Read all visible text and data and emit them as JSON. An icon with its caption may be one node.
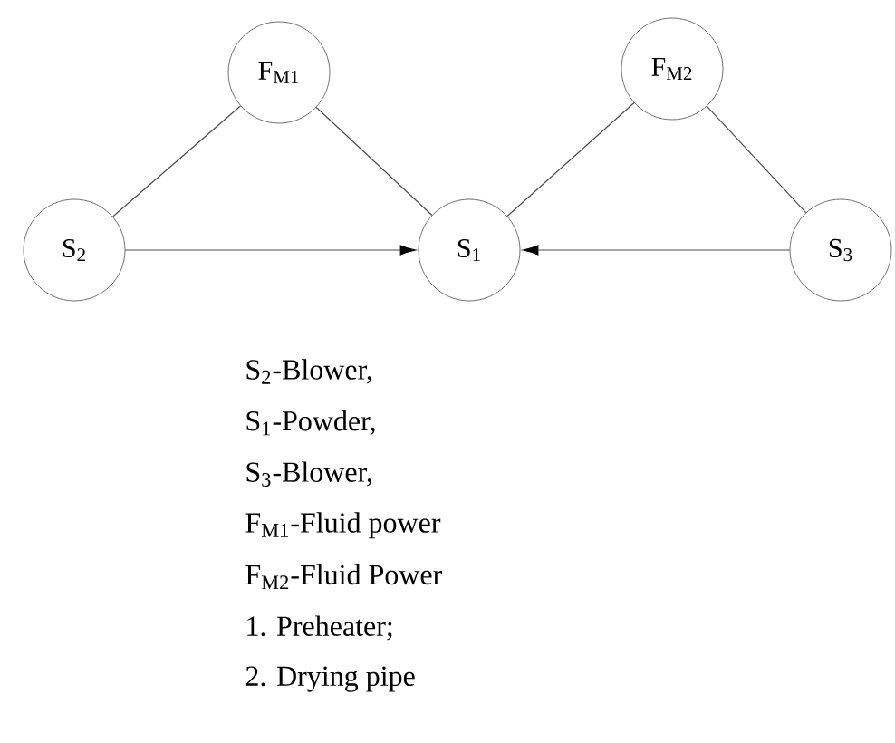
{
  "diagram": {
    "nodes": [
      {
        "text": [
          "F$_{M1}$"
        ]
      },
      {
        "text": [
          "F$_{M2}$"
        ]
      },
      {
        "text": [
          "S$_{2}$"
        ]
      },
      {
        "text": [
          "S$_{1}$"
        ]
      },
      {
        "text": [
          "S$_{3}$"
        ]
      }
    ],
    "edges": [
      {
        "from": 2,
        "to": 0,
        "arrow": "none"
      },
      {
        "from": 0,
        "to": 3,
        "arrow": "none"
      },
      {
        "from": 3,
        "to": 1,
        "arrow": "none"
      },
      {
        "from": 1,
        "to": 4,
        "arrow": "none"
      },
      {
        "from": 2,
        "to": 3,
        "arrow": "to"
      },
      {
        "from": 4,
        "to": 3,
        "arrow": "to"
      }
    ],
    "labels": [
      "S$_{2}$-Blower,",
      "S$_{1}$-Powder,",
      "S$_{3}$-Blower,",
      "F$_{M1}$-Fluid power",
      "F$_{M2}$-Fluid Power",
      "1. Preheater;",
      "2. Drying pipe"
    ]
  }
}
